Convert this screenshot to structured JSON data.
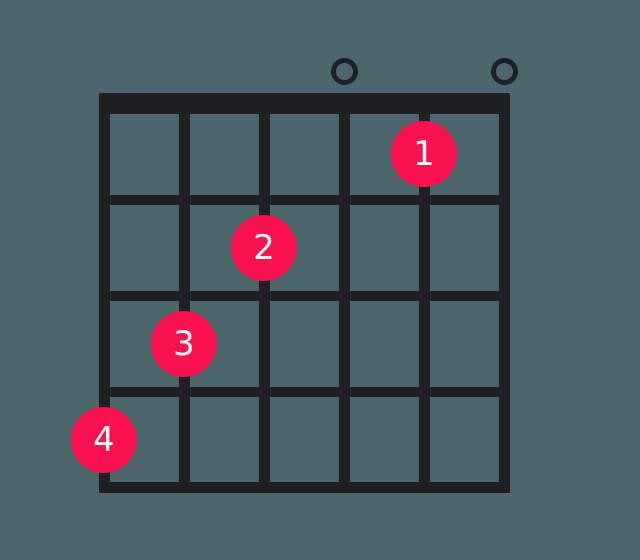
{
  "diagram": {
    "type": "guitar-chord-diagram",
    "strings_count": 6,
    "frets_count": 4,
    "open_string_indices": [
      4,
      6
    ],
    "fingerings": [
      {
        "label": "1",
        "string": 5,
        "fret": 1
      },
      {
        "label": "2",
        "string": 3,
        "fret": 2
      },
      {
        "label": "3",
        "string": 2,
        "fret": 3
      },
      {
        "label": "4",
        "string": 1,
        "fret": 4
      }
    ],
    "colors": {
      "background": "#4d666e",
      "grid": "#1e2023",
      "dot": "#f91150",
      "dot_label": "#ffffff"
    }
  }
}
